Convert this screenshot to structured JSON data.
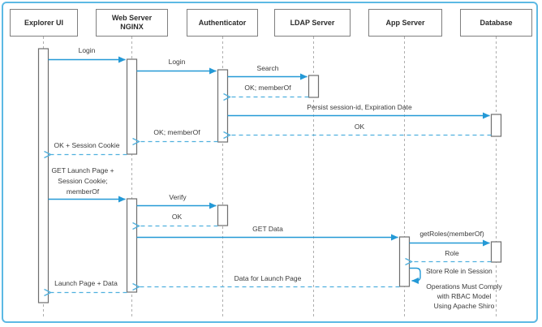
{
  "participants": [
    {
      "id": "explorer-ui",
      "line1": "Explorer UI",
      "line2": ""
    },
    {
      "id": "web-server",
      "line1": "Web Server",
      "line2": "NGINX"
    },
    {
      "id": "authenticator",
      "line1": "Authenticator",
      "line2": ""
    },
    {
      "id": "ldap-server",
      "line1": "LDAP Server",
      "line2": ""
    },
    {
      "id": "app-server",
      "line1": "App Server",
      "line2": ""
    },
    {
      "id": "database",
      "line1": "Database",
      "line2": ""
    }
  ],
  "messages": {
    "login_ui_ws": "Login",
    "login_ws_auth": "Login",
    "search": "Search",
    "ok_memberof_ldap": "OK; memberOf",
    "persist": "Persist session-id, Expiration Date",
    "ok_db": "OK",
    "ok_memberof_auth": "OK; memberOf",
    "ok_session_cookie": "OK + Session Cookie",
    "get_launch_line1": "GET Launch Page +",
    "get_launch_line2": "Session Cookie;",
    "get_launch_line3": "memberOf",
    "verify": "Verify",
    "ok_verify": "OK",
    "get_data": "GET Data",
    "get_roles": "getRoles(memberOf)",
    "role": "Role",
    "store_role": "Store Role in Session",
    "note_line1": "Operations Must Comply",
    "note_line2": "with RBAC Model",
    "note_line3": "Using Apache Shiro",
    "data_for_launch": "Data for Launch Page",
    "launch_page_data": "Launch Page + Data"
  },
  "colors": {
    "accent": "#2499d6",
    "accent_light": "#4fb0de",
    "frame": "#5cb9e4",
    "box_border": "#7f7f7f",
    "lifeline": "#aeaeae",
    "text": "#3a3a3a"
  }
}
